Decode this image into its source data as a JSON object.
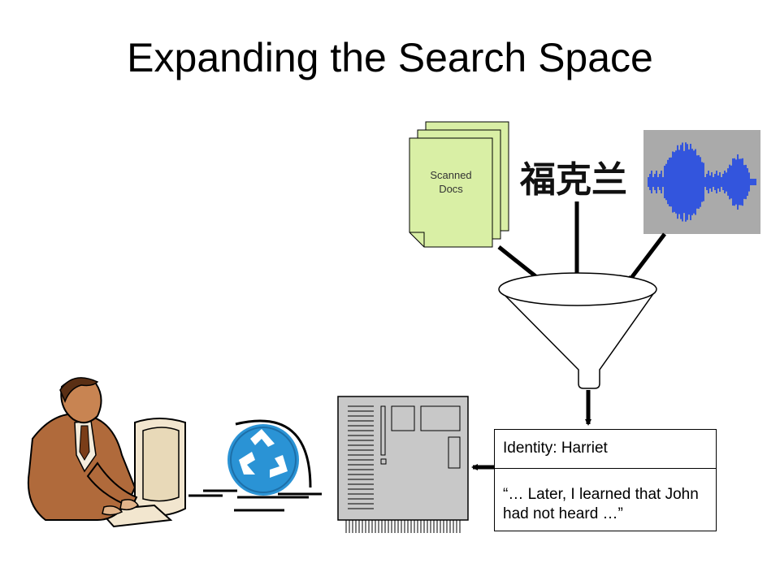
{
  "slide": {
    "title": "Expanding the Search Space"
  },
  "sources": {
    "scanned_docs_line1": "Scanned",
    "scanned_docs_line2": "Docs",
    "chinese_text": "福克兰",
    "audio_icon": "waveform-icon"
  },
  "output_box": {
    "identity": "Identity: Harriet",
    "quote": "“… Later, I learned that John had not heard …”"
  },
  "icons": [
    "funnel-icon",
    "server-icon",
    "recycle-icon",
    "person-at-computer-icon"
  ],
  "colors": {
    "docs_fill": "#d9efa5",
    "waveform_bg": "#aaaaaa",
    "waveform": "#3355dd",
    "server_fill": "#c8c8c8",
    "recycle": "#2a93d5",
    "skin": "#b06a3b"
  }
}
